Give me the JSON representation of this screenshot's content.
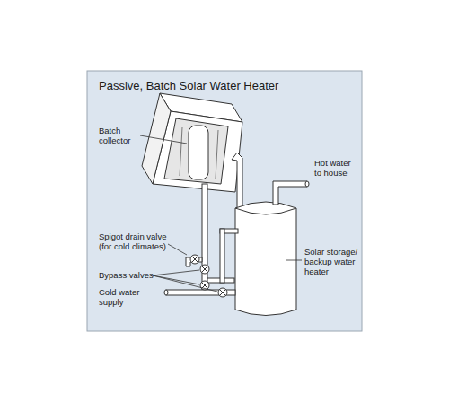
{
  "diagram": {
    "title": "Passive, Batch Solar Water Heater",
    "labels": [
      "Batch collector",
      "Hot water to house",
      "Spigot drain valve (for cold climates)",
      "Bypass valves",
      "Cold water supply",
      "Solar storage/ backup water heater"
    ]
  }
}
